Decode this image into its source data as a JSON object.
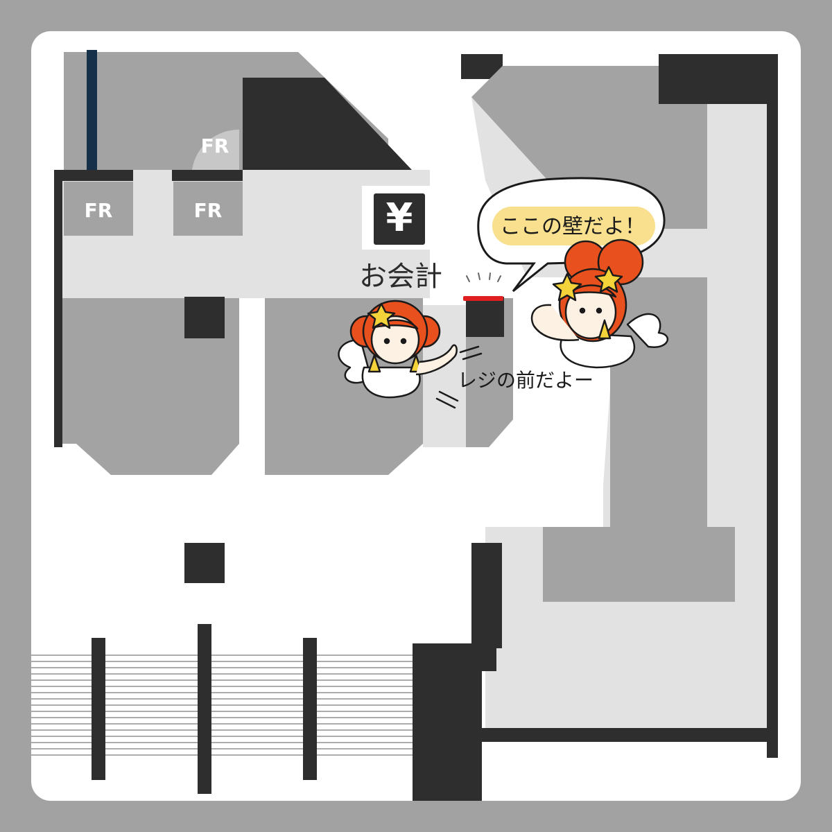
{
  "map": {
    "fitting_room_label": "FR",
    "cashier_icon": "yen-sign-icon",
    "cashier_symbol": "¥",
    "cashier_label": "お会計"
  },
  "colors": {
    "outer_background": "#a2a2a2",
    "floor": "#ffffff",
    "aisle": "#e2e2e2",
    "shelf_area": "#a3a3a3",
    "wall": "#2e2e2e",
    "accent_wall": "#e02020",
    "speech_highlight": "#f8e08e",
    "character_hair": "#e8501e"
  },
  "characters": {
    "speech_bubble_text": "ここの壁だよ！",
    "caption_text": "レジの前だよー"
  }
}
